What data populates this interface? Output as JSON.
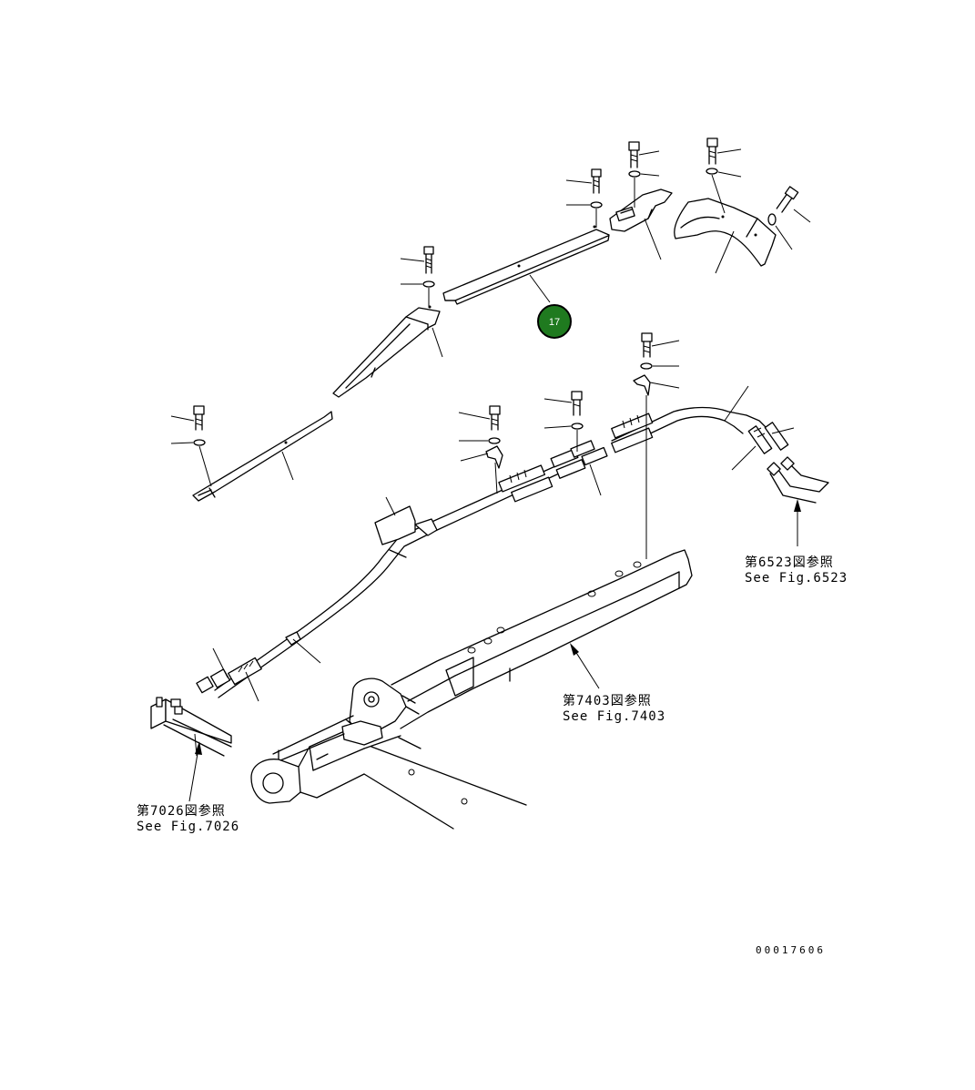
{
  "callout": {
    "number": "17",
    "fill_color": "#1f7a1f",
    "ring_color": "#000000"
  },
  "references": {
    "fig6523": {
      "jp": "第6523図参照",
      "en": "See Fig.6523"
    },
    "fig7403": {
      "jp": "第7403図参照",
      "en": "See Fig.7403"
    },
    "fig7026": {
      "jp": "第7026図参照",
      "en": "See Fig.7026"
    }
  },
  "drawing_code": "00017606"
}
